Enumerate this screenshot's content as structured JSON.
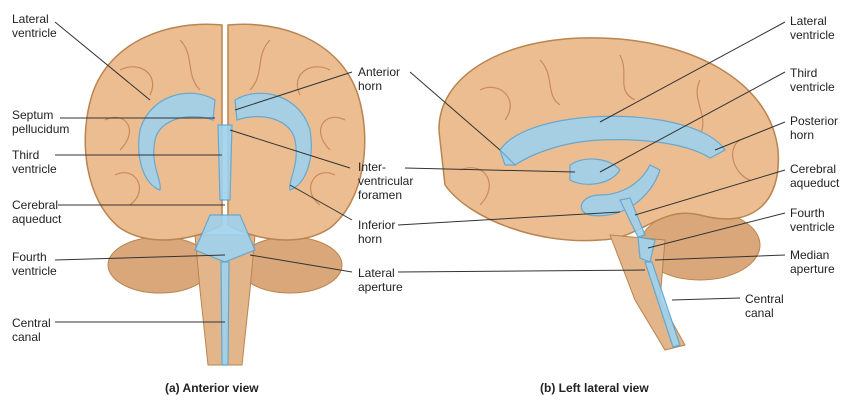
{
  "anterior_labels": {
    "lateral_ventricle": "Lateral\nventricle",
    "septum_pellucidum": "Septum\npellucidum",
    "third_ventricle": "Third\nventricle",
    "cerebral_aqueduct": "Cerebral\naqueduct",
    "fourth_ventricle": "Fourth\nventricle",
    "central_canal": "Central\ncanal"
  },
  "center_labels": {
    "anterior_horn": "Anterior\nhorn",
    "interventricular_foramen": "Inter-\nventricular\nforamen",
    "inferior_horn": "Inferior\nhorn",
    "lateral_aperture": "Lateral\naperture"
  },
  "lateral_labels": {
    "lateral_ventricle": "Lateral\nventricle",
    "third_ventricle": "Third\nventricle",
    "posterior_horn": "Posterior\nhorn",
    "cerebral_aqueduct": "Cerebral\naqueduct",
    "fourth_ventricle": "Fourth\nventricle",
    "median_aperture": "Median\naperture",
    "central_canal": "Central\ncanal"
  },
  "captions": {
    "anterior": "(a) Anterior view",
    "lateral": "(b) Left lateral view"
  },
  "colors": {
    "brain": "#e9b98c",
    "brain_dark": "#c98a5a",
    "ventricle": "#9fd2ee",
    "ventricle_edge": "#5aa6d4",
    "leader": "#333333"
  }
}
